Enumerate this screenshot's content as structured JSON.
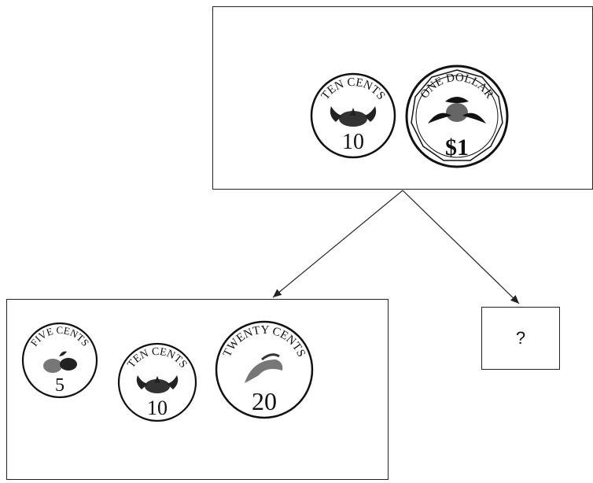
{
  "top_box": {
    "coins": [
      {
        "arc_text": "TEN CENTS",
        "value": "10"
      },
      {
        "arc_text": "ONE DOLLAR",
        "value": "$1"
      }
    ]
  },
  "left_box": {
    "coins": [
      {
        "arc_text": "FIVE CENTS",
        "value": "5"
      },
      {
        "arc_text": "TEN CENTS",
        "value": "10"
      },
      {
        "arc_text": "TWENTY CENTS",
        "value": "20"
      }
    ]
  },
  "right_box": {
    "text": "?"
  }
}
